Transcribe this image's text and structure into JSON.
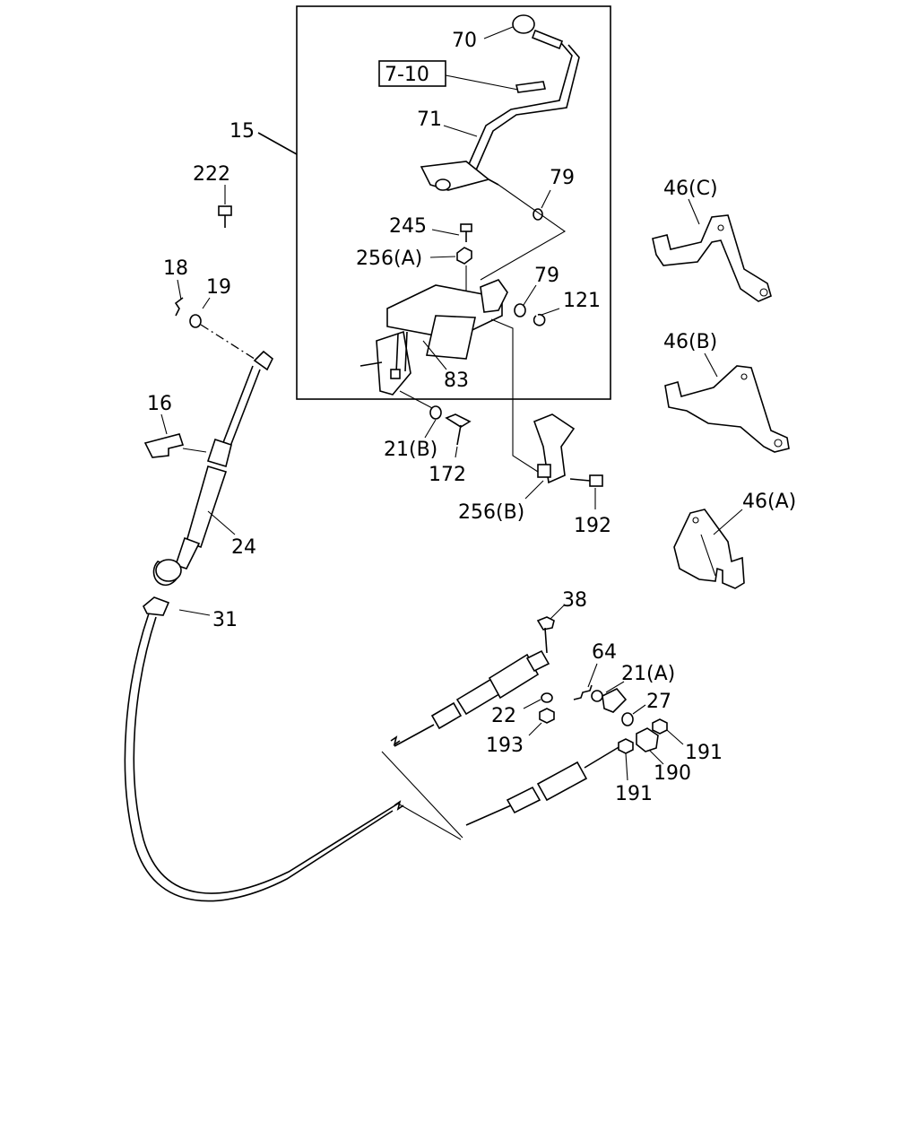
{
  "labels": {
    "p15": "15",
    "p70": "70",
    "p7_10": "7-10",
    "p71": "71",
    "p79a": "79",
    "p79b": "79",
    "p245": "245",
    "p256a": "256(A)",
    "p121": "121",
    "p83": "83",
    "p21b": "21(B)",
    "p172": "172",
    "p256b": "256(B)",
    "p192": "192",
    "p222": "222",
    "p18": "18",
    "p19": "19",
    "p16": "16",
    "p24": "24",
    "p31": "31",
    "p46c": "46(C)",
    "p46b": "46(B)",
    "p46a": "46(A)",
    "p38": "38",
    "p64": "64",
    "p21a": "21(A)",
    "p27": "27",
    "p22": "22",
    "p193": "193",
    "p191a": "191",
    "p190": "190",
    "p191b": "191"
  }
}
